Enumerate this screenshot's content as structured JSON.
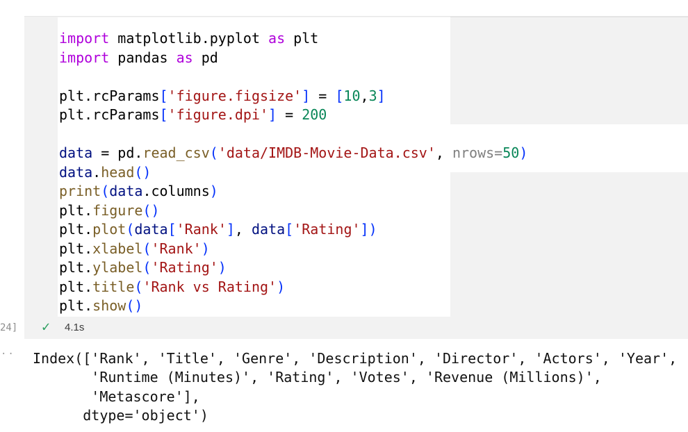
{
  "cell": {
    "execution_count_label": "24]",
    "status": {
      "check_icon": "✓",
      "check_color": "#2b9e5e",
      "duration": "4.1s"
    },
    "code": {
      "colors": {
        "kw": "#af00db",
        "pl": "#000000",
        "var": "#001080",
        "fn": "#795e26",
        "str": "#a31515",
        "num": "#098658",
        "br": "#0431fa",
        "param": "#7f7f7f"
      },
      "lines": [
        [
          [
            "kw",
            "import"
          ],
          [
            "pl",
            " matplotlib.pyplot "
          ],
          [
            "kw",
            "as"
          ],
          [
            "pl",
            " plt"
          ]
        ],
        [
          [
            "kw",
            "import"
          ],
          [
            "pl",
            " pandas "
          ],
          [
            "kw",
            "as"
          ],
          [
            "pl",
            " pd"
          ]
        ],
        [],
        [
          [
            "pl",
            "plt.rcParams"
          ],
          [
            "br",
            "["
          ],
          [
            "str",
            "'figure.figsize'"
          ],
          [
            "br",
            "]"
          ],
          [
            "pl",
            " = "
          ],
          [
            "br",
            "["
          ],
          [
            "num",
            "10"
          ],
          [
            "pl",
            ","
          ],
          [
            "num",
            "3"
          ],
          [
            "br",
            "]"
          ]
        ],
        [
          [
            "pl",
            "plt.rcParams"
          ],
          [
            "br",
            "["
          ],
          [
            "str",
            "'figure.dpi'"
          ],
          [
            "br",
            "]"
          ],
          [
            "pl",
            " = "
          ],
          [
            "num",
            "200"
          ]
        ],
        [],
        [
          [
            "var",
            "data"
          ],
          [
            "pl",
            " = pd."
          ],
          [
            "fn",
            "read_csv"
          ],
          [
            "br",
            "("
          ],
          [
            "str",
            "'data/IMDB-Movie-Data.csv'"
          ],
          [
            "pl",
            ", "
          ],
          [
            "param",
            "nrows="
          ],
          [
            "num",
            "50"
          ],
          [
            "br",
            ")"
          ]
        ],
        [
          [
            "var",
            "data"
          ],
          [
            "pl",
            "."
          ],
          [
            "fn",
            "head"
          ],
          [
            "br",
            "()"
          ]
        ],
        [
          [
            "fn",
            "print"
          ],
          [
            "br",
            "("
          ],
          [
            "var",
            "data"
          ],
          [
            "pl",
            ".columns"
          ],
          [
            "br",
            ")"
          ]
        ],
        [
          [
            "pl",
            "plt."
          ],
          [
            "fn",
            "figure"
          ],
          [
            "br",
            "()"
          ]
        ],
        [
          [
            "pl",
            "plt."
          ],
          [
            "fn",
            "plot"
          ],
          [
            "br",
            "("
          ],
          [
            "var",
            "data"
          ],
          [
            "br",
            "["
          ],
          [
            "str",
            "'Rank'"
          ],
          [
            "br",
            "]"
          ],
          [
            "pl",
            ", "
          ],
          [
            "var",
            "data"
          ],
          [
            "br",
            "["
          ],
          [
            "str",
            "'Rating'"
          ],
          [
            "br",
            "])"
          ]
        ],
        [
          [
            "pl",
            "plt."
          ],
          [
            "fn",
            "xlabel"
          ],
          [
            "br",
            "("
          ],
          [
            "str",
            "'Rank'"
          ],
          [
            "br",
            ")"
          ]
        ],
        [
          [
            "pl",
            "plt."
          ],
          [
            "fn",
            "ylabel"
          ],
          [
            "br",
            "("
          ],
          [
            "str",
            "'Rating'"
          ],
          [
            "br",
            ")"
          ]
        ],
        [
          [
            "pl",
            "plt."
          ],
          [
            "fn",
            "title"
          ],
          [
            "br",
            "("
          ],
          [
            "str",
            "'Rank vs Rating'"
          ],
          [
            "br",
            ")"
          ]
        ],
        [
          [
            "pl",
            "plt."
          ],
          [
            "fn",
            "show"
          ],
          [
            "br",
            "()"
          ]
        ]
      ]
    }
  },
  "output": {
    "overflow_dots": "··",
    "text": "Index(['Rank', 'Title', 'Genre', 'Description', 'Director', 'Actors', 'Year',\n       'Runtime (Minutes)', 'Rating', 'Votes', 'Revenue (Millions)',\n       'Metascore'],\n      dtype='object')"
  }
}
